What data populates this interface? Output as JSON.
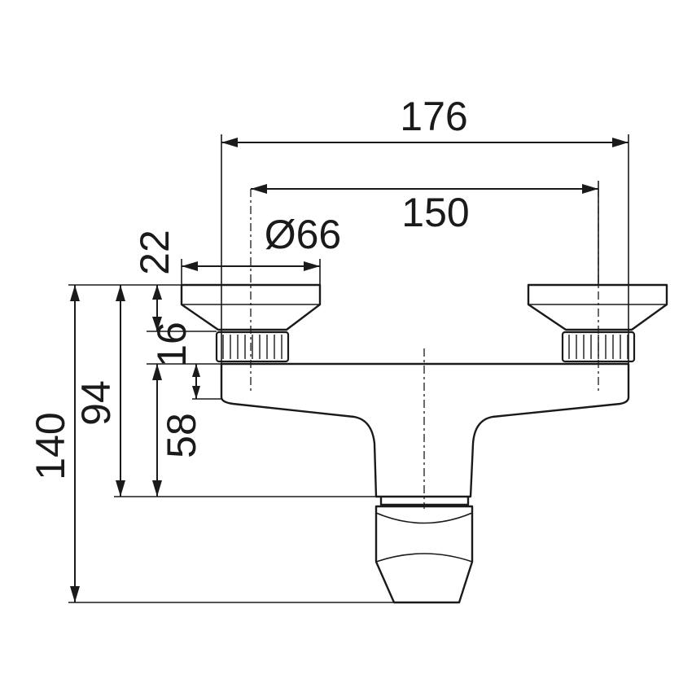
{
  "drawing": {
    "subject": "wall-mounted bath mixer",
    "dimensions": {
      "overall_width": "176",
      "handle_spacing": "150",
      "handle_diameter": "Ø66",
      "handle_height": "22",
      "nut_height": "16",
      "body_height": "58",
      "outlet_height": "94",
      "total_height": "140"
    },
    "line_color": "#1a1a1a",
    "background": "#ffffff"
  }
}
